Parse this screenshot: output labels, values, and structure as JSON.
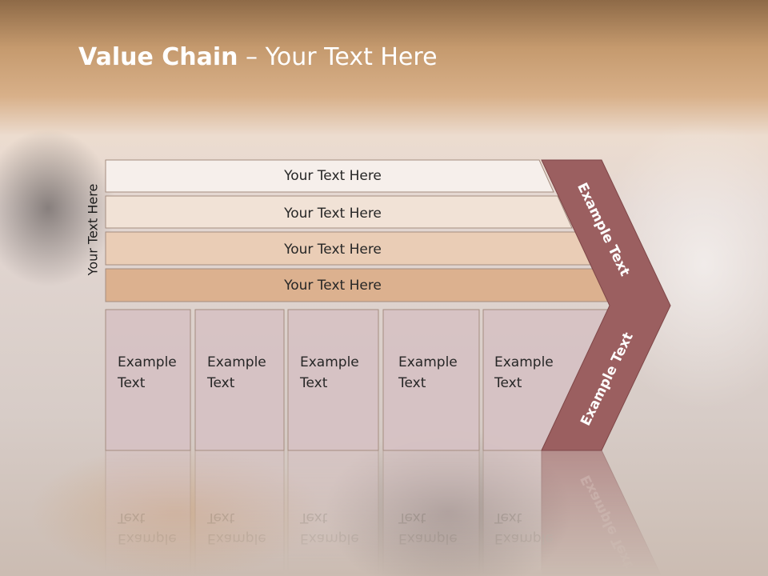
{
  "title": {
    "bold": "Value Chain",
    "rest": " – Your Text Here"
  },
  "side_label": "Your Text Here",
  "rows": [
    {
      "label": "Your Text Here"
    },
    {
      "label": "Your Text Here"
    },
    {
      "label": "Your Text Here"
    },
    {
      "label": "Your Text Here"
    }
  ],
  "boxes": [
    {
      "line1": "Example",
      "line2": "Text"
    },
    {
      "line1": "Example",
      "line2": "Text"
    },
    {
      "line1": "Example",
      "line2": "Text"
    },
    {
      "line1": "Example",
      "line2": "Text"
    },
    {
      "line1": "Example",
      "line2": "Text"
    }
  ],
  "arrow": {
    "upper_label": "Example Text",
    "lower_label": "Example Text"
  },
  "colors": {
    "row_fills": [
      "#f6efeb",
      "#f1e2d6",
      "#eacdb6",
      "#dcb18f"
    ],
    "box_fill": "#d6c1c3",
    "arrow_fill": "#9b5f60"
  }
}
